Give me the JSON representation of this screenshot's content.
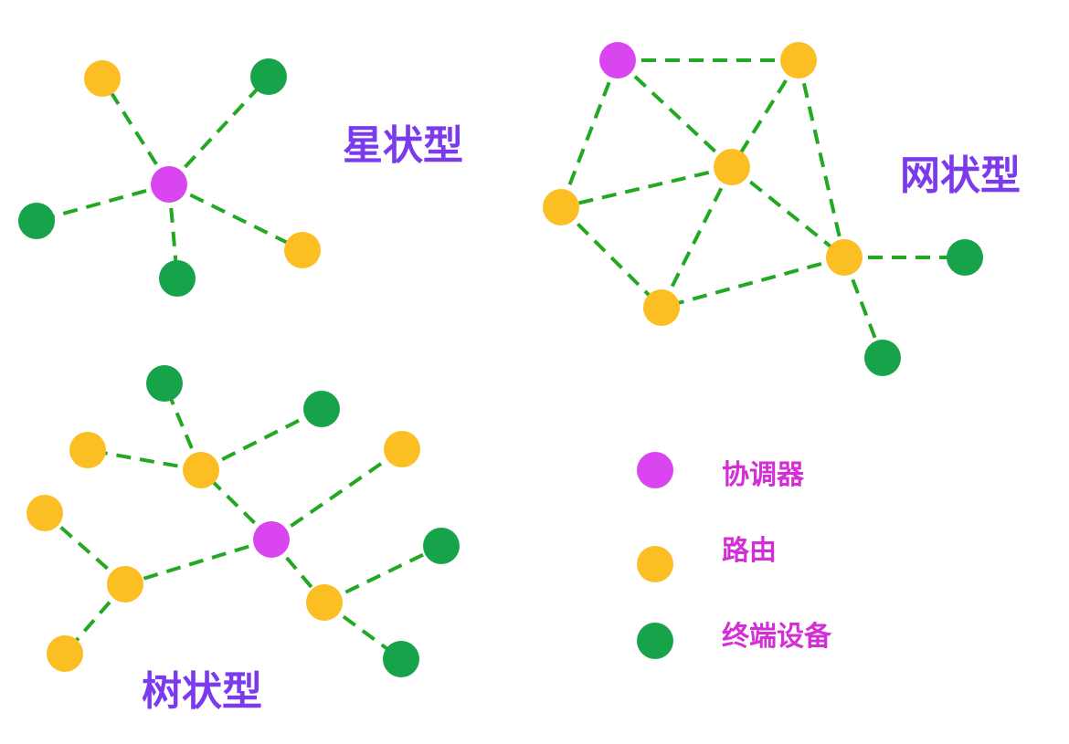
{
  "colors": {
    "coordinator": "#d946ef",
    "router": "#fbbf24",
    "end_device": "#16a34a",
    "edge": "#22a822",
    "title": "#7c3aed",
    "legend_text": "#d42fd6"
  },
  "titles": {
    "star": "星状型",
    "mesh": "网状型",
    "tree": "树状型"
  },
  "legend": {
    "coordinator": "协调器",
    "router": "路由",
    "end_device": "终端设备"
  }
}
